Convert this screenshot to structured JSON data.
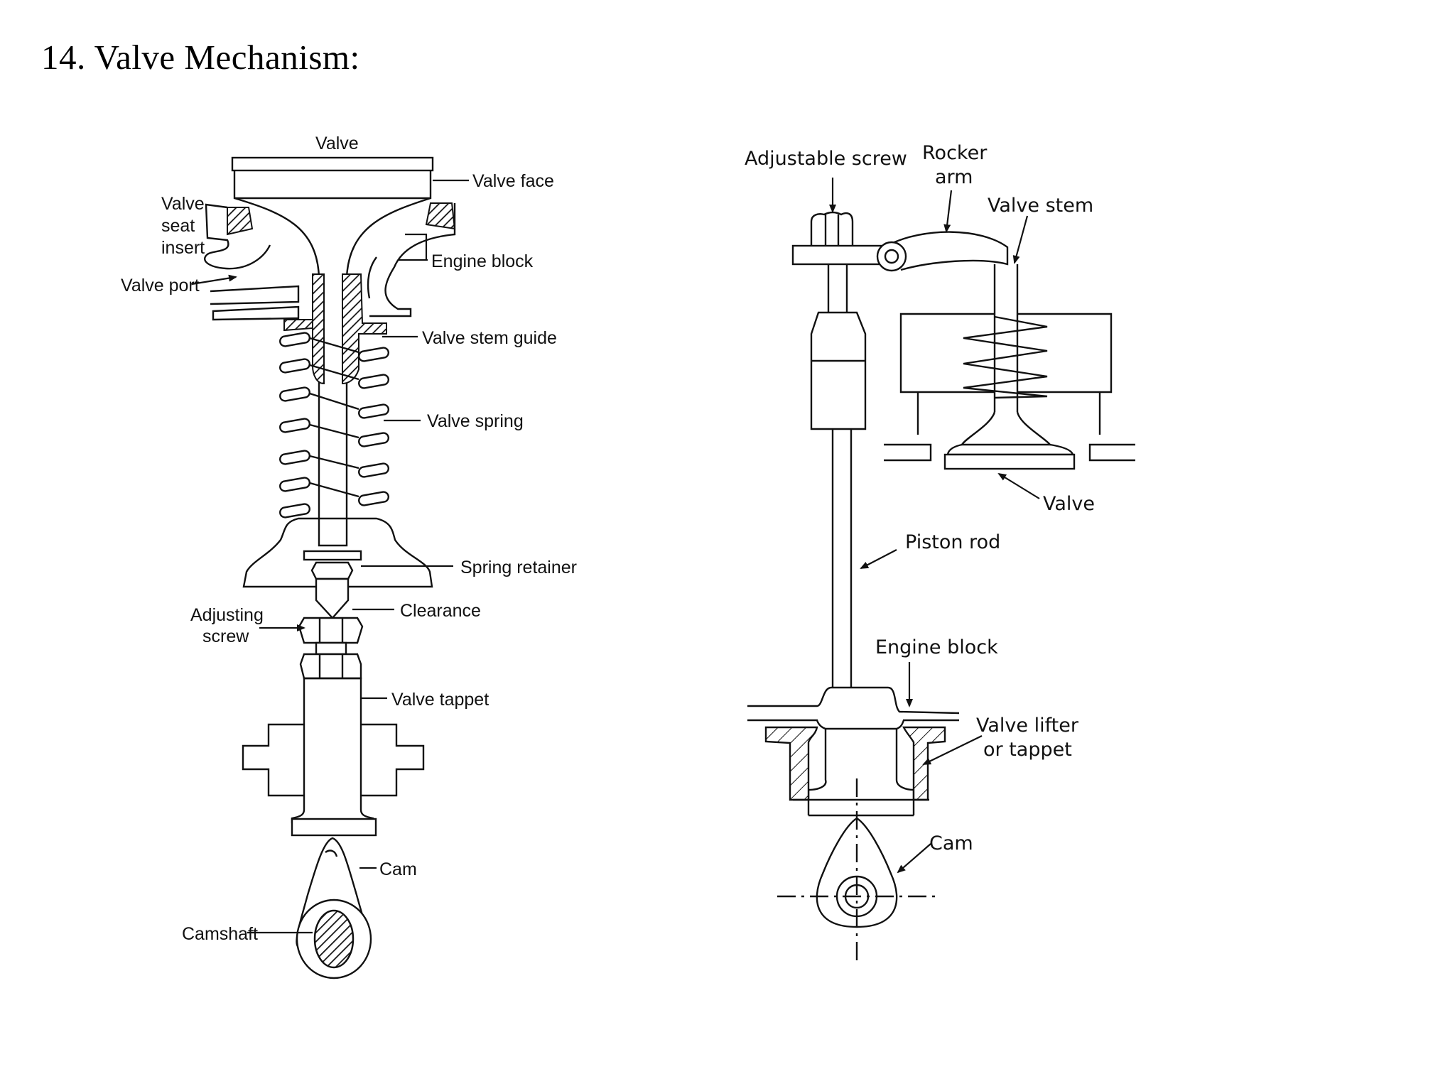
{
  "title": "14. Valve Mechanism:",
  "left_diagram": {
    "valve": "Valve",
    "valve_face": "Valve face",
    "valve_seat_insert": [
      "Valve",
      "seat",
      "insert"
    ],
    "engine_block": "Engine block",
    "valve_port": "Valve port",
    "valve_stem_guide": "Valve stem guide",
    "valve_spring": "Valve spring",
    "spring_retainer": "Spring retainer",
    "clearance": "Clearance",
    "adjusting_screw": [
      "Adjusting",
      "screw"
    ],
    "valve_tappet": "Valve tappet",
    "cam": "Cam",
    "camshaft": "Camshaft"
  },
  "right_diagram": {
    "adjustable_screw": "Adjustable screw",
    "rocker_arm": [
      "Rocker",
      "arm"
    ],
    "valve_stem": "Valve stem",
    "valve": "Valve",
    "piston_rod": "Piston rod",
    "engine_block": "Engine block",
    "valve_lifter": [
      "Valve lifter",
      "or tappet"
    ],
    "cam": "Cam"
  }
}
